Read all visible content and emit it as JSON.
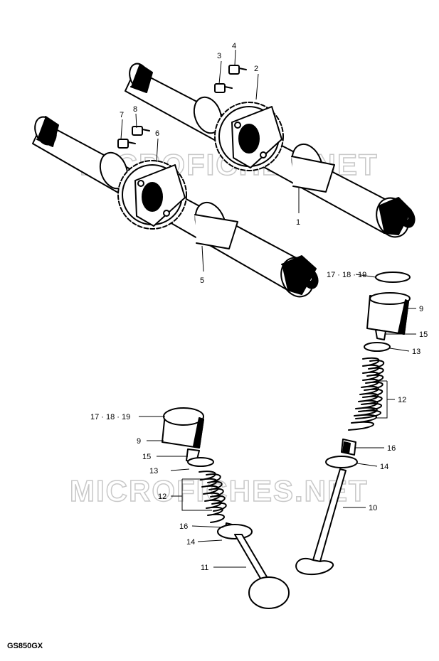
{
  "model_code": "GS850GX",
  "watermark": {
    "top": "MICROFICHES.NET",
    "bottom": "MICROFICHES.NET"
  },
  "callouts": {
    "c1": "1",
    "c2": "2",
    "c3": "3",
    "c4": "4",
    "c5": "5",
    "c6": "6",
    "c7": "7",
    "c8": "8",
    "c9a": "9",
    "c9b": "9",
    "c10": "10",
    "c11": "11",
    "c12a": "12",
    "c12b": "12",
    "c13a": "13",
    "c13b": "13",
    "c14a": "14",
    "c14b": "14",
    "c15a": "15",
    "c15b": "15",
    "c16a": "16",
    "c16b": "16",
    "c17a": "17 · 18 · 19",
    "c17b": "17 · 18 · 19"
  }
}
